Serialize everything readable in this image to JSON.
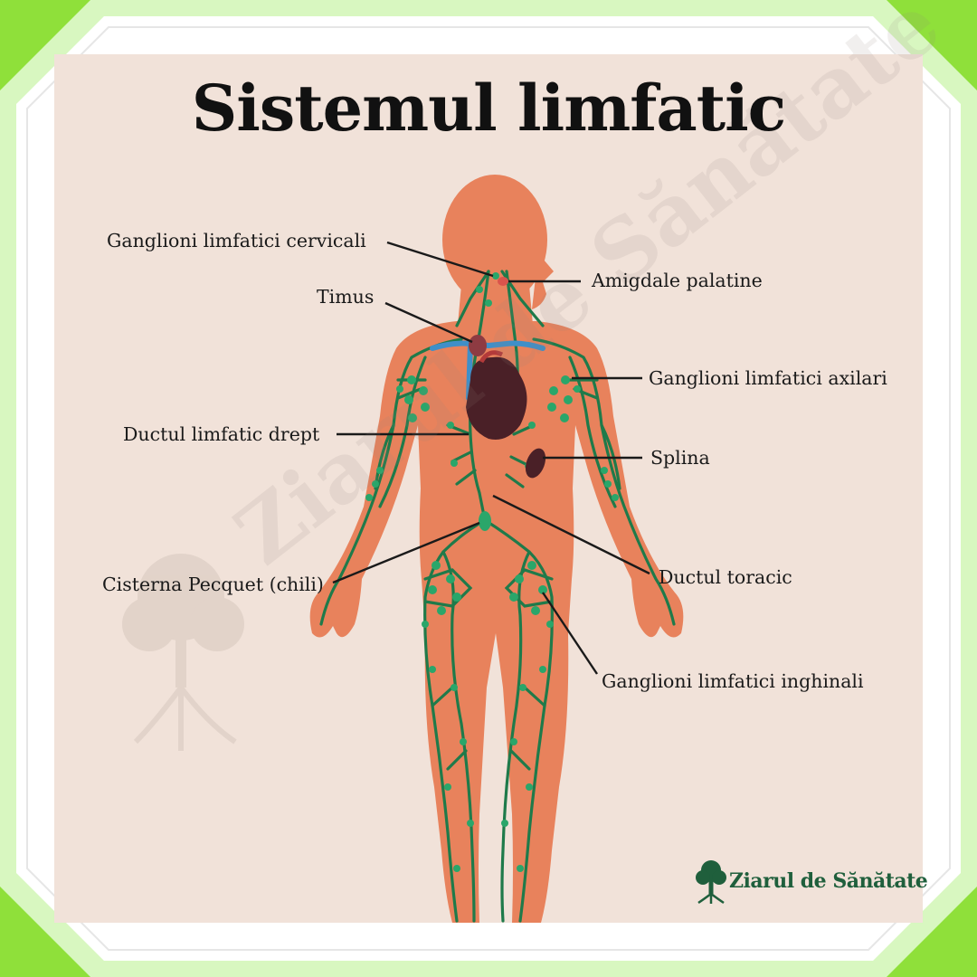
{
  "title": "Sistemul limfatic",
  "labels": {
    "cervical_nodes": "Ganglioni limfatici cervicali",
    "tonsils": "Amigdale palatine",
    "thymus": "Timus",
    "axillary_nodes": "Ganglioni limfatici axilari",
    "right_duct": "Ductul limfatic drept",
    "spleen": "Splina",
    "cisterna": "Cisterna Pecquet (chili)",
    "thoracic_duct": "Ductul toracic",
    "inguinal_nodes": "Ganglioni limfatici inghinali"
  },
  "brand": {
    "name": "Ziarul de Sănătate"
  },
  "watermark": "Ziarul de Sănătate",
  "colors": {
    "frame_green": "#8fe03a",
    "frame_light": "#d8f7c0",
    "panel": "#f1e2d9",
    "body": "#e8825c",
    "lymph": "#1f7a4a",
    "node": "#2aa66a",
    "heart": "#4a2027",
    "vessel_blue": "#3f8fc8"
  }
}
